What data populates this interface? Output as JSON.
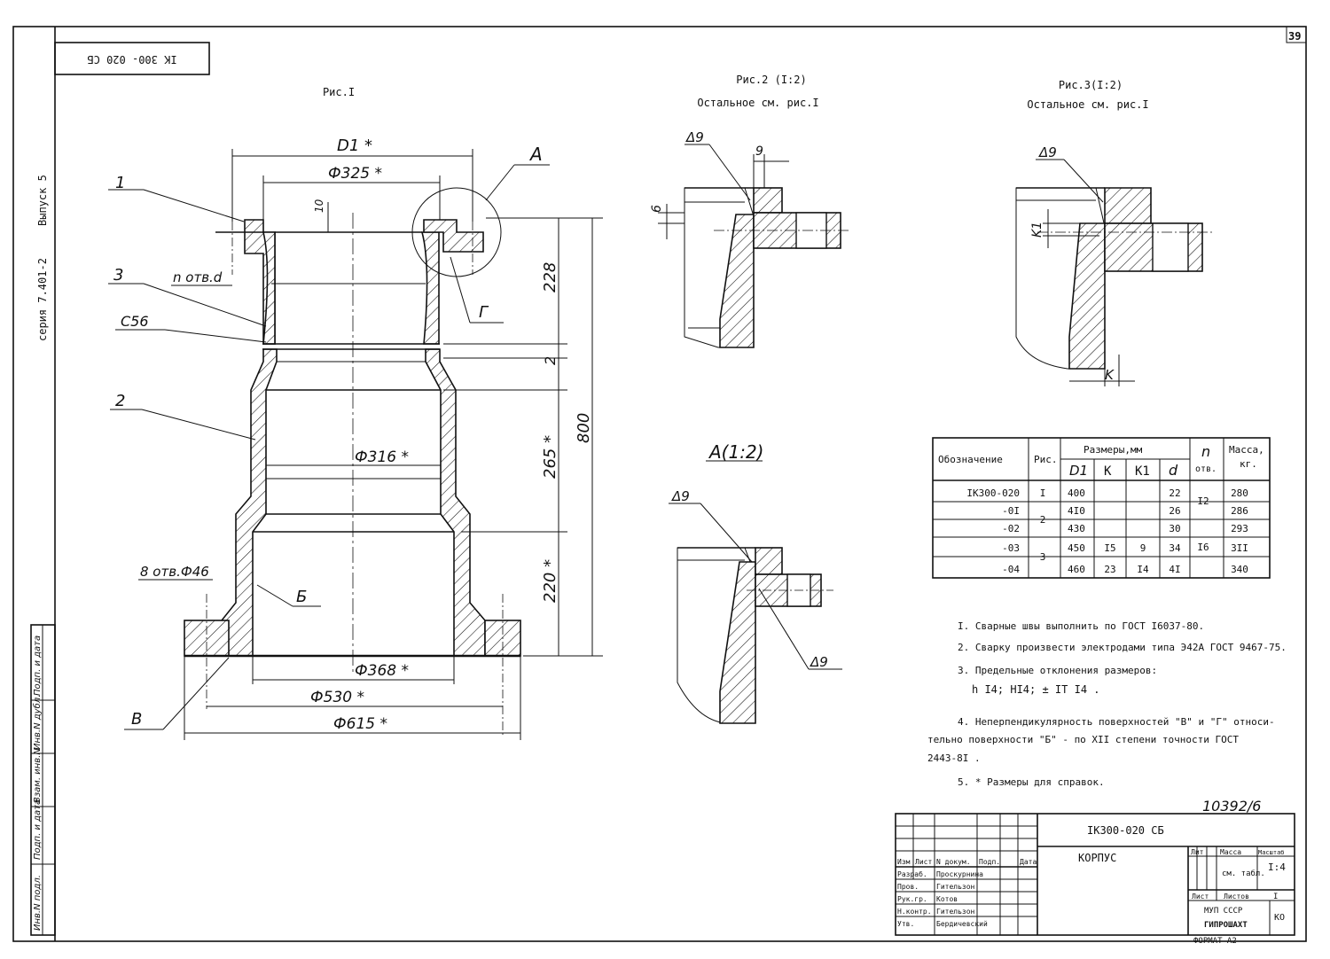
{
  "sheet": {
    "page_number": "39",
    "stamp_code": "IK 300- 020 СБ",
    "side_series": "серия 7.401-2",
    "side_issue": "Выпуск 5",
    "side_stamp_labels": [
      "Инв.N подл.",
      "Подп. и дата",
      "Взам. инв.N",
      "Инв.N дубл.",
      "Подп. и дата"
    ],
    "archive_number": "10392/6"
  },
  "fig1": {
    "title": "Рис.I",
    "dims": {
      "d1": "D1 *",
      "d325": "Ф325 *",
      "d316": "Ф316 *",
      "d368": "Ф368 *",
      "d530": "Ф530 *",
      "d615": "Ф615 *",
      "h228": "228",
      "h2": "2",
      "h265": "265 *",
      "h220": "220 *",
      "h800": "800",
      "t10": "10"
    },
    "callouts": {
      "c1": "1",
      "c2": "2",
      "c3": "3",
      "c56": "С56",
      "holes_n": "n отв.d",
      "holes_8": "8 отв.Ф46",
      "cA": "А",
      "cG": "Г",
      "cB": "Б",
      "cV": "В"
    }
  },
  "fig2": {
    "title": "Рис.2 (I:2)",
    "subtitle": "Остальное  см.  рис.I",
    "weld": "Δ9",
    "dim9": "9",
    "dim6": "6"
  },
  "fig3": {
    "title": "Рис.3(I:2)",
    "subtitle": "Остальное  см.  рис.I",
    "weld": "Δ9",
    "k1": "K1",
    "k": "K"
  },
  "detailA": {
    "title": "А(1:2)",
    "weld_top": "Δ9",
    "weld_bottom": "Δ9"
  },
  "table": {
    "headers": {
      "designation": "Обозначение",
      "fig": "Рис.",
      "sizes": "Размеры,мм",
      "d1": "D1",
      "k": "K",
      "k1": "K1",
      "d": "d",
      "n": "n",
      "n_sub": "отв.",
      "mass": "Масса,",
      "mass_sub": "кг."
    },
    "rows": [
      {
        "designation": "IK300-020",
        "fig": "I",
        "d1": "400",
        "k": "",
        "k1": "",
        "d": "22",
        "n": "I2",
        "mass": "280"
      },
      {
        "designation": "-0I",
        "fig": "2",
        "d1": "4I0",
        "k": "",
        "k1": "",
        "d": "26",
        "n": "",
        "mass": "286"
      },
      {
        "designation": "-02",
        "fig": "",
        "d1": "430",
        "k": "",
        "k1": "",
        "d": "30",
        "n": "",
        "mass": "293"
      },
      {
        "designation": "-03",
        "fig": "3",
        "d1": "450",
        "k": "I5",
        "k1": "9",
        "d": "34",
        "n": "I6",
        "mass": "3II"
      },
      {
        "designation": "-04",
        "fig": "",
        "d1": "460",
        "k": "23",
        "k1": "I4",
        "d": "4I",
        "n": "",
        "mass": "340"
      }
    ]
  },
  "notes": [
    "I. Сварные швы выполнить по ГОСТ I6037-80.",
    "2. Сварку произвести электродами типа Э42А ГОСТ 9467-75.",
    "3. Предельные отклонения размеров:",
    "h I4; HI4;  ± IT I4 .",
    "4. Неперпендикулярность поверхностей \"В\" и \"Г\" относи-",
    "тельно поверхности \"Б\" - по XII степени точности ГОСТ",
    "2443-8I .",
    "5. * Размеры для справок."
  ],
  "title_block": {
    "doc_code": "IK300-020 СБ",
    "name": "КОРПУС",
    "col_headers": [
      "Изм",
      "Лист",
      "N докум.",
      "Подп.",
      "Дата"
    ],
    "roles": [
      {
        "role": "Разраб.",
        "person": "Проскурнина"
      },
      {
        "role": "Пров.",
        "person": "Гительзон"
      },
      {
        "role": "Рук.гр.",
        "person": "Котов"
      },
      {
        "role": "Н.контр.",
        "person": "Гительзон"
      },
      {
        "role": "Утв.",
        "person": "Бердичевский"
      }
    ],
    "lit_label": "Лит",
    "mass_label": "Масса",
    "scale_label": "Масштаб",
    "mass_value": "см. табл.",
    "scale_value": "I:4",
    "sheet_label": "Лист",
    "sheets_label": "Листов",
    "sheets_value": "I",
    "org_line1": "МУП СССР",
    "org_line2": "ГИПРОШАХТ",
    "org_code": "КО",
    "format": "ФОРМАТ А2"
  }
}
